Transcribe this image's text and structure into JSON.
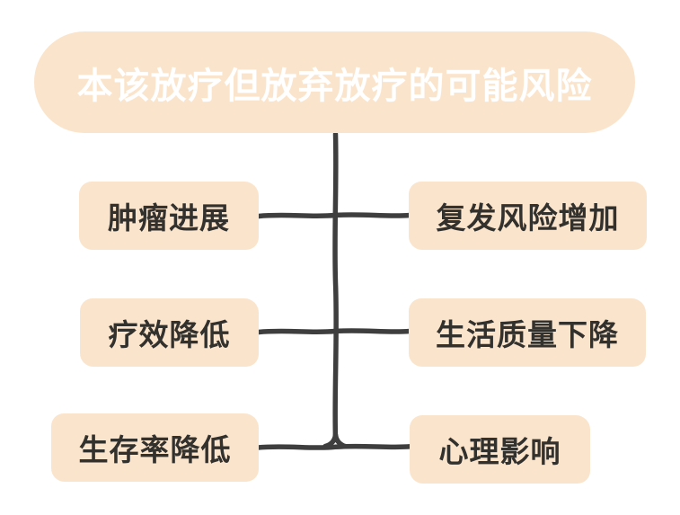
{
  "title": {
    "text": "本该放疗但放弃放疗的可能风险"
  },
  "left_items": [
    {
      "label": "肿瘤进展"
    },
    {
      "label": "疗效降低"
    },
    {
      "label": "生存率降低"
    }
  ],
  "right_items": [
    {
      "label": "复发风险增加"
    },
    {
      "label": "生活质量下降"
    },
    {
      "label": "心理影响"
    }
  ],
  "colors": {
    "box_bg": "#FBE4CC",
    "line_color": "#3E3E3E",
    "box_text": "#32312D",
    "title_text": "#FFFFFF",
    "page_bg": "#FFFFFF"
  }
}
